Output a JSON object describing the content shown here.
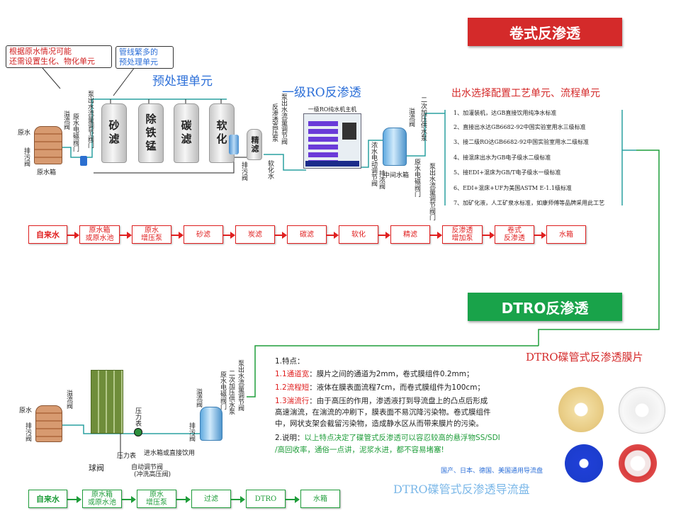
{
  "colors": {
    "red": "#e02020",
    "green": "#1f9d3a",
    "banner_red": "#d42a2a",
    "banner_green": "#19a34a",
    "pipe": "#2aa0a0"
  },
  "banners": {
    "spiral": "卷式反渗透",
    "dtro": "DTRO反渗透"
  },
  "callouts": {
    "raw_water": "根据原水情况可能\n还需设置生化、物化单元",
    "pipeline": "管线繁多的\n预处理单元"
  },
  "headings": {
    "pretreatment": "预处理单元",
    "ro1": "一级RO反渗透",
    "output_select": "出水选择配置工艺单元、流程单元",
    "dtro_membrane": "DTRO碟管式反渗透膜片",
    "dtro_guide": "DTRO碟管式反渗透导流盘"
  },
  "top_diagram": {
    "raw_water": "原水",
    "drain1": "排污阀",
    "raw_tank": "原水箱",
    "overflow": "溢流阀",
    "solenoid": "原水电磁阀门",
    "pump_flow": "泵出水流量调节阀门",
    "tanks": [
      "砂滤",
      "除铁锰",
      "碳滤",
      "软化"
    ],
    "fine": "精滤",
    "drain2": "排污阀",
    "soft_water": "软化水",
    "ro_label_a": "反渗透高压泵",
    "ro_label_b": "泵出水流量调节阀",
    "ro_host": "一级RO纯水机主机",
    "concentrate": "浓水电动调节阀",
    "mid_valve": "排浓阀",
    "mid_tank": "中间水箱",
    "overflow2": "溢流阀",
    "second_solenoid": "原水电磁阀门",
    "second_pump": "二次加压供水泵",
    "pump_flow2": "泵出水流量调节阀门"
  },
  "options": [
    "1、加灌装机，达GB直接饮用纯净水标准",
    "2、直接出水达GB6682-92中国实验室用水三级标准",
    "3、接二级RO达GB6682-92中国实验室用水二级标准",
    "4、接混床出水为GB电子级水二级标准",
    "5、接EDI+混床为GB/T电子级水一级标准",
    "6、EDI+混床+UF为美国ASTM E-1.1级标准",
    "7、加矿化液，人工矿泉水标准，如康师傅等品牌采用此工艺"
  ],
  "top_flow": [
    "自来水",
    "原水箱\n或原水池",
    "原水\n增压泵",
    "砂滤",
    "炭滤",
    "碳滤",
    "软化",
    "精滤",
    "反渗透\n增加泵",
    "卷式\n反渗透",
    "水箱"
  ],
  "bottom_flow": [
    "自来水",
    "原水箱\n或原水池",
    "原水\n增压泵",
    "过滤",
    "DTRO",
    "水箱"
  ],
  "bottom_diagram": {
    "raw_water": "原水",
    "drain": "排污阀",
    "overflow": "溢流阀",
    "pressure_gauge": "压力表",
    "feed_note": "进水箱或直接饮用",
    "pressure_gauge2": "压力表",
    "ball_valve": "球阀",
    "auto_valve": "自动调节阀",
    "auto_valve_note": "(冲洗高压阀)",
    "overflow2": "溢流阀",
    "drain2": "排污阀",
    "solenoid": "原水电磁阀门",
    "second_pump": "二次加压供水泵",
    "pump_flow": "泵出水流量调节阀"
  },
  "features": {
    "title": "1.特点：",
    "f1_label": "1.1通道宽",
    "f1_text": "：膜片之间的通道为2mm，卷式膜组件0.2mm；",
    "f2_label": "1.2流程短",
    "f2_text": "：液体在膜表面流程7cm，而卷式膜组件为100cm；",
    "f3_label": "1.3湍流行",
    "f3_text": "：由于高压的作用，渗透液打到导流盘上的凸点后形成",
    "f3_line2": "高速湍流，在湍流的冲刷下，膜表面不易沉降污染物。卷式膜组件",
    "f3_line3": "中，网状支架会截留污染物，造成静水区从而带来膜片的污染。",
    "note_label": "2.说明：",
    "note_text": "以上特点决定了碟管式反渗透可以容忍较高的悬浮物SS/SDI",
    "note_line2": "/高回收率，通俗一点讲，泥浆水进，都不容易堵塞!"
  },
  "guide_caption": "国产、日本、德国、美国通用导流盘"
}
